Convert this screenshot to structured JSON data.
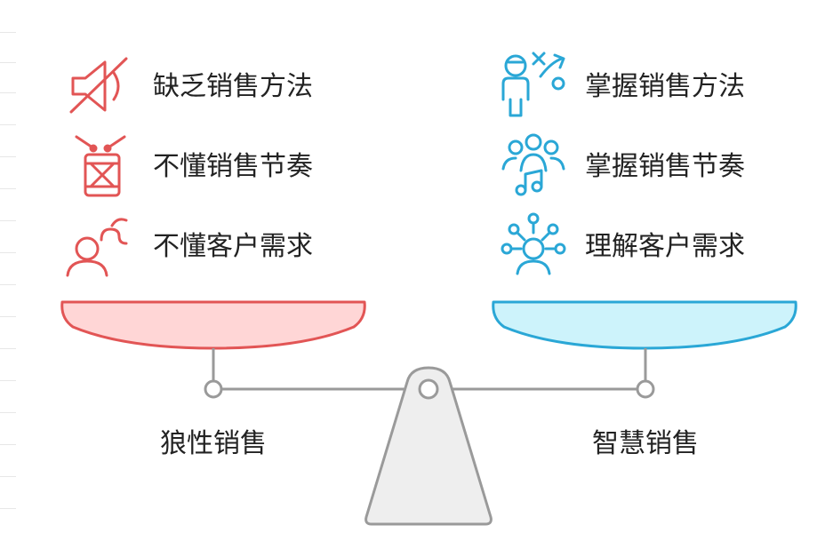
{
  "left_side": {
    "title": "狼性销售",
    "color": "#e25555",
    "pan_fill": "#ffd6d6",
    "items": [
      {
        "label": "缺乏销售方法",
        "icon": "muted-megaphone-icon"
      },
      {
        "label": "不懂销售节奏",
        "icon": "drum-icon"
      },
      {
        "label": "不懂客户需求",
        "icon": "confused-person-icon"
      }
    ]
  },
  "right_side": {
    "title": "智慧销售",
    "color": "#2aa7d6",
    "pan_fill": "#cdf3fb",
    "items": [
      {
        "label": "掌握销售方法",
        "icon": "strategy-person-icon"
      },
      {
        "label": "掌握销售节奏",
        "icon": "group-music-icon"
      },
      {
        "label": "理解客户需求",
        "icon": "connected-person-icon"
      }
    ]
  },
  "scale": {
    "beam_color": "#9a9a9a",
    "base_fill": "#eeeeee"
  }
}
